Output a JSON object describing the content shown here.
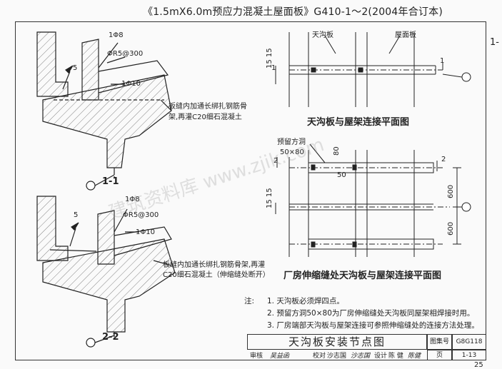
{
  "header": {
    "title": "《1.5mX6.0m预应力混凝土屋面板》G410-1～2(2004年合订本)",
    "side_mark": "1-"
  },
  "left_top": {
    "rebar1": "1Φ8",
    "rebar2": "ΦR5@300",
    "rebar3": "1Φ10",
    "dim": "5",
    "note_line1": "板缝内加通长绑扎钢筋骨",
    "note_line2": "架,再灌C20细石混凝土",
    "section": "1-1"
  },
  "left_bottom": {
    "rebar1": "1Φ8",
    "rebar2": "ΦR5@300",
    "rebar3": "1Φ10",
    "dim": "5",
    "note_line1": "板缝内加通长绑扎钢筋骨架,再灌",
    "note_line2": "C20细石混凝土（伸缩缝处断开）",
    "section": "2-2"
  },
  "right_top": {
    "label_gutter": "天沟板",
    "label_roof": "屋面板",
    "dim_vertical": "15  15",
    "mark": "1",
    "caption": "天沟板与屋架连接平面图"
  },
  "right_bottom": {
    "label_hole": "预留方洞",
    "hole_size": "50×80",
    "dim_80": "80",
    "dim_50": "50",
    "mark": "2",
    "dim_vertical": "15  15",
    "dim_600a": "600",
    "dim_600b": "600",
    "caption": "厂房伸缩缝处天沟板与屋架连接平面图"
  },
  "notes": {
    "label": "注:",
    "items": [
      "1. 天沟板必须焊四点。",
      "2. 预留方洞50×80为厂房伸缩缝处天沟板同屋架相焊接时用。",
      "3. 厂房端部天沟板与屋架连接可参照伸缩缝处的连接方法处理。"
    ]
  },
  "title_block": {
    "main_title": "天沟板安装节点图",
    "atlas_label": "图集号",
    "atlas_value": "G8G118",
    "page_label": "页",
    "page_value": "1-13"
  },
  "approval": {
    "review_label": "审核",
    "review_sig": "吴益函",
    "check_label": "校对",
    "check_name": "沙志国",
    "check_sig": "沙志国",
    "design_label": "设计",
    "design_name": "陈 健",
    "design_sig": "陈健"
  },
  "page_number": "25",
  "watermark": "建筑资料库 www.zjik.com"
}
